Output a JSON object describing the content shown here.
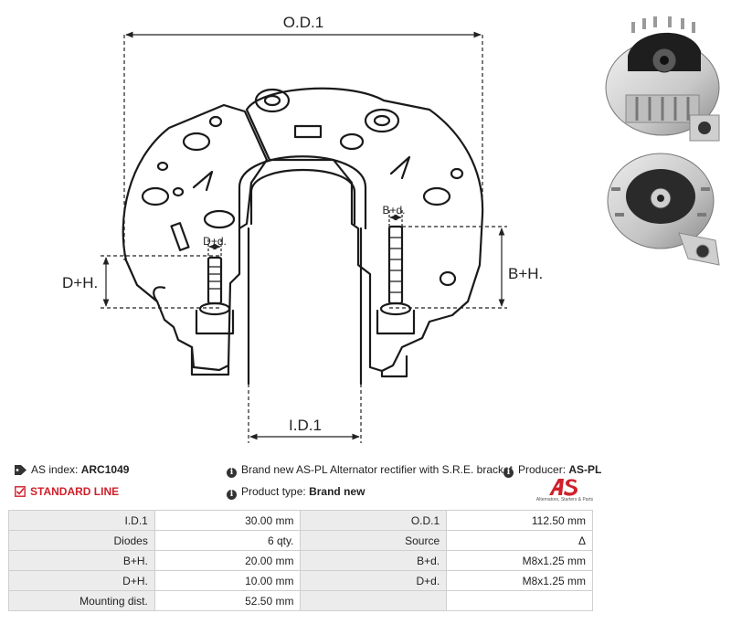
{
  "diagram": {
    "od_label": "O.D.1",
    "id_label": "I.D.1",
    "dh_label": "D+H.",
    "bh_label": "B+H.",
    "dd_label": "D+d.",
    "bd_label": "B+d."
  },
  "info": {
    "as_index_label": "AS index:",
    "as_index_value": "ARC1049",
    "standard_line": "STANDARD LINE",
    "description": "Brand new AS-PL Alternator rectifier with S.R.E. bracket",
    "product_type_label": "Product type:",
    "product_type_value": "Brand new",
    "producer_label": "Producer:",
    "producer_value": "AS-PL"
  },
  "logo": {
    "mark": "AS",
    "tagline": "Alternators, Starters & Parts",
    "accent": "#d01f2a"
  },
  "specs": [
    {
      "l1": "I.D.1",
      "v1": "30.00 mm",
      "l2": "O.D.1",
      "v2": "112.50 mm"
    },
    {
      "l1": "Diodes",
      "v1": "6 qty.",
      "l2": "Source",
      "v2": "Δ"
    },
    {
      "l1": "B+H.",
      "v1": "20.00 mm",
      "l2": "B+d.",
      "v2": "M8x1.25 mm"
    },
    {
      "l1": "D+H.",
      "v1": "10.00 mm",
      "l2": "D+d.",
      "v2": "M8x1.25 mm"
    },
    {
      "l1": "Mounting dist.",
      "v1": "52.50 mm",
      "l2": "",
      "v2": ""
    }
  ]
}
